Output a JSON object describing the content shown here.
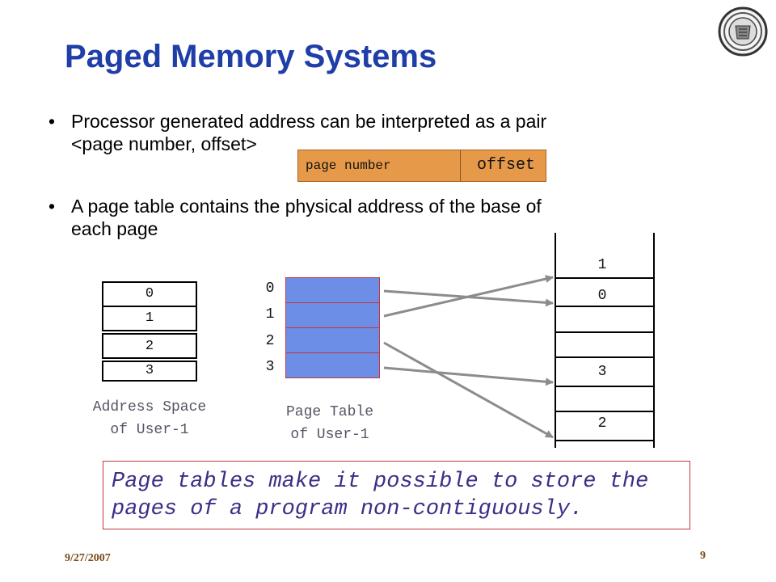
{
  "slide": {
    "title": "Paged Memory Systems",
    "bullets": [
      {
        "symbol": "•",
        "lines": [
          "Processor generated address can be interpreted as a pair",
          "<page number, offset>"
        ]
      },
      {
        "symbol": "•",
        "lines": [
          "A page table contains the physical address of the base of",
          "each page"
        ]
      }
    ],
    "address_format": {
      "page_number": "page number",
      "offset": "offset"
    },
    "address_space": {
      "cells": [
        "0",
        "1",
        "2",
        "3"
      ],
      "caption": [
        "Address Space",
        "of User-1"
      ]
    },
    "page_table": {
      "indices": [
        "0",
        "1",
        "2",
        "3"
      ],
      "caption": [
        "Page Table",
        "of User-1"
      ]
    },
    "physical_memory": {
      "labels": [
        "1",
        "0",
        "3",
        "2"
      ]
    },
    "note": [
      "Page tables make it possible to store the",
      "pages of a program non-contiguously."
    ],
    "footer": {
      "date": "9/27/2007",
      "page": "9"
    },
    "colors": {
      "title": "#1f3ea8",
      "address_box": "#e69a49",
      "page_table": "#6c8ee6",
      "note_text": "#3a2f86",
      "arrows": "#8c8c8c"
    },
    "logo_icon": "university-seal-icon"
  }
}
